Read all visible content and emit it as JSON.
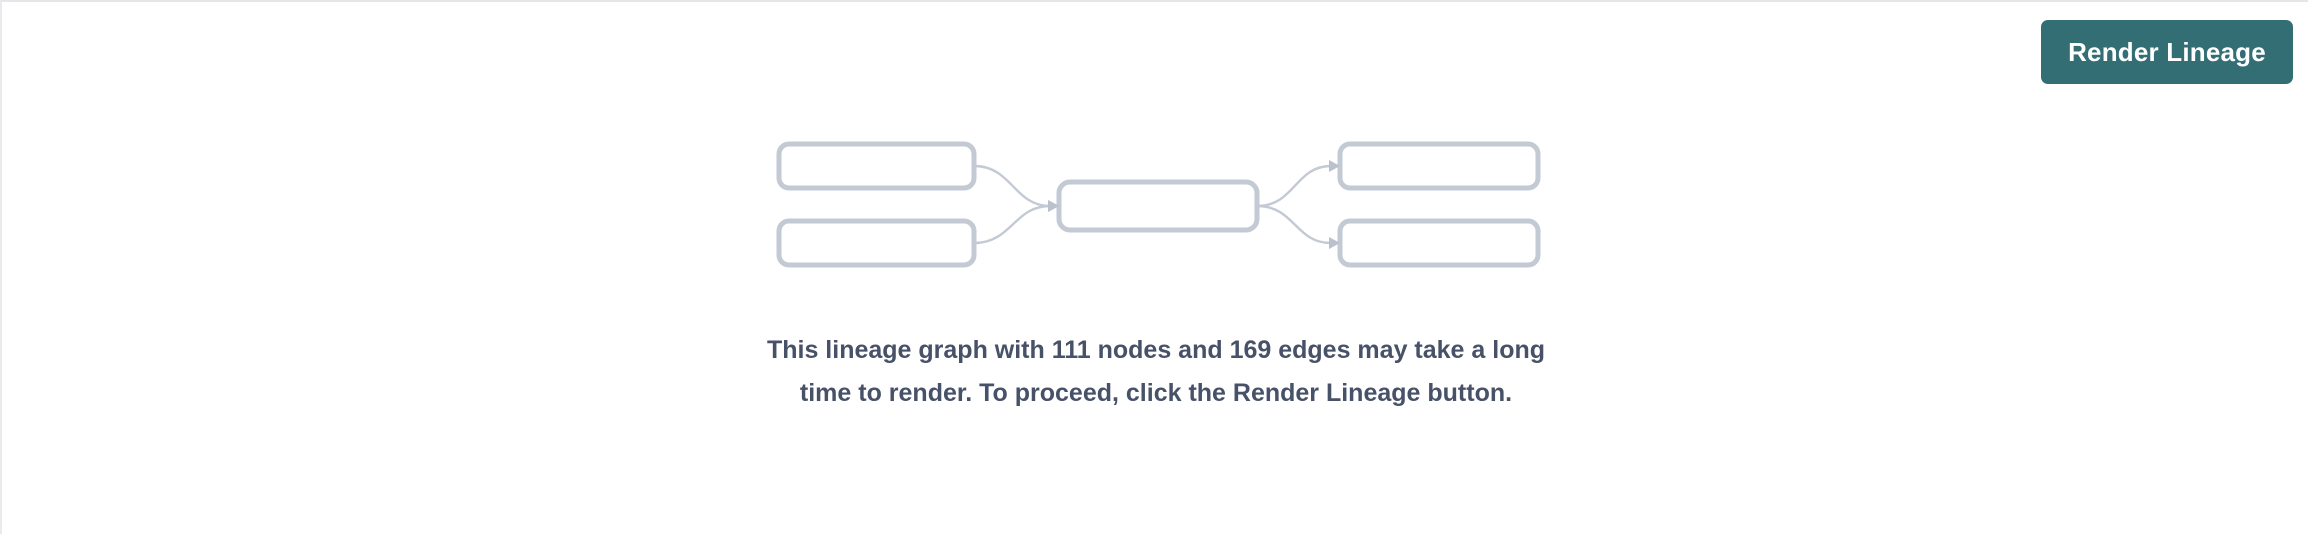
{
  "window": {
    "background_color": "#ffffff",
    "border_color": "#e4e6ea"
  },
  "toolbar": {
    "render_lineage_label": "Render Lineage",
    "button_color": "#336e75",
    "button_text_color": "#ffffff"
  },
  "placeholder": {
    "graph_icon_name": "lineage-graph-placeholder",
    "node_border_color": "#c3cad4",
    "edge_color": "#c3cad4",
    "nodes": [
      {
        "id": "upstream-1",
        "label": ""
      },
      {
        "id": "upstream-2",
        "label": ""
      },
      {
        "id": "focus",
        "label": ""
      },
      {
        "id": "downstream-1",
        "label": ""
      },
      {
        "id": "downstream-2",
        "label": ""
      }
    ],
    "edges": [
      {
        "from": "upstream-1",
        "to": "focus"
      },
      {
        "from": "upstream-2",
        "to": "focus"
      },
      {
        "from": "focus",
        "to": "downstream-1"
      },
      {
        "from": "focus",
        "to": "downstream-2"
      }
    ]
  },
  "message": {
    "text": "This lineage graph with 111 nodes and 169 edges may take a long time to render. To proceed, click the Render Lineage button.",
    "node_count": 111,
    "edge_count": 169,
    "text_color": "#475168"
  }
}
